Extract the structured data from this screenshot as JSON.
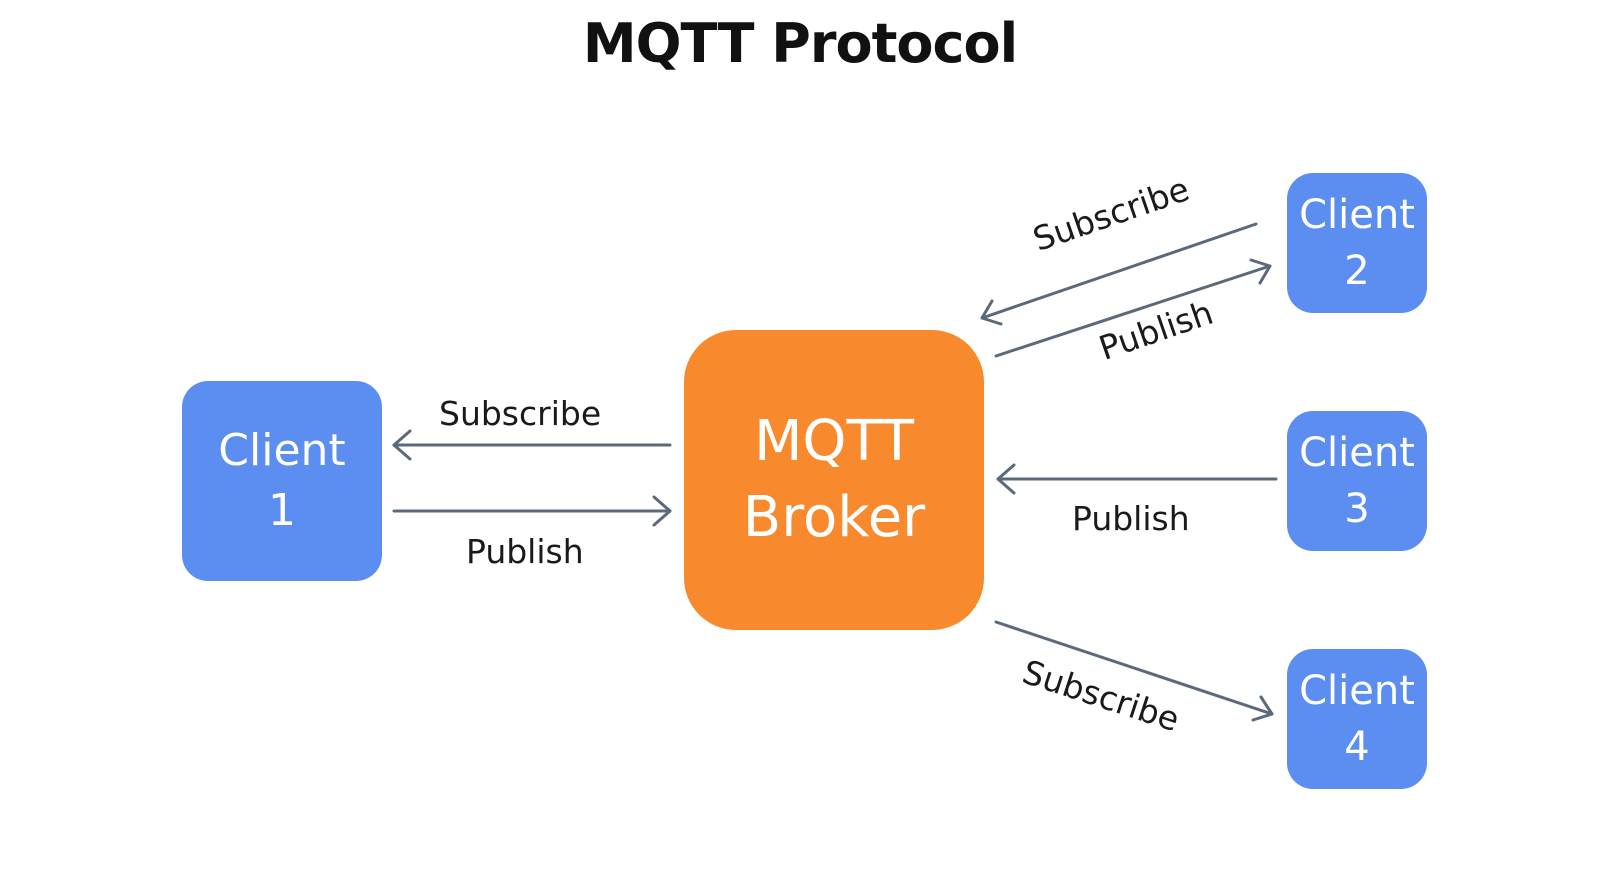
{
  "title": "MQTT Protocol",
  "broker": {
    "line1": "MQTT",
    "line2": "Broker"
  },
  "clients": [
    {
      "line1": "Client",
      "line2": "1"
    },
    {
      "line1": "Client",
      "line2": "2"
    },
    {
      "line1": "Client",
      "line2": "3"
    },
    {
      "line1": "Client",
      "line2": "4"
    }
  ],
  "labels": {
    "c1_subscribe": "Subscribe",
    "c1_publish": "Publish",
    "c2_subscribe": "Subscribe",
    "c2_publish": "Publish",
    "c3_publish": "Publish",
    "c4_subscribe": "Subscribe"
  },
  "colors": {
    "client": "#5b8ef0",
    "broker": "#f8892d",
    "arrow": "#5a6a7a"
  }
}
